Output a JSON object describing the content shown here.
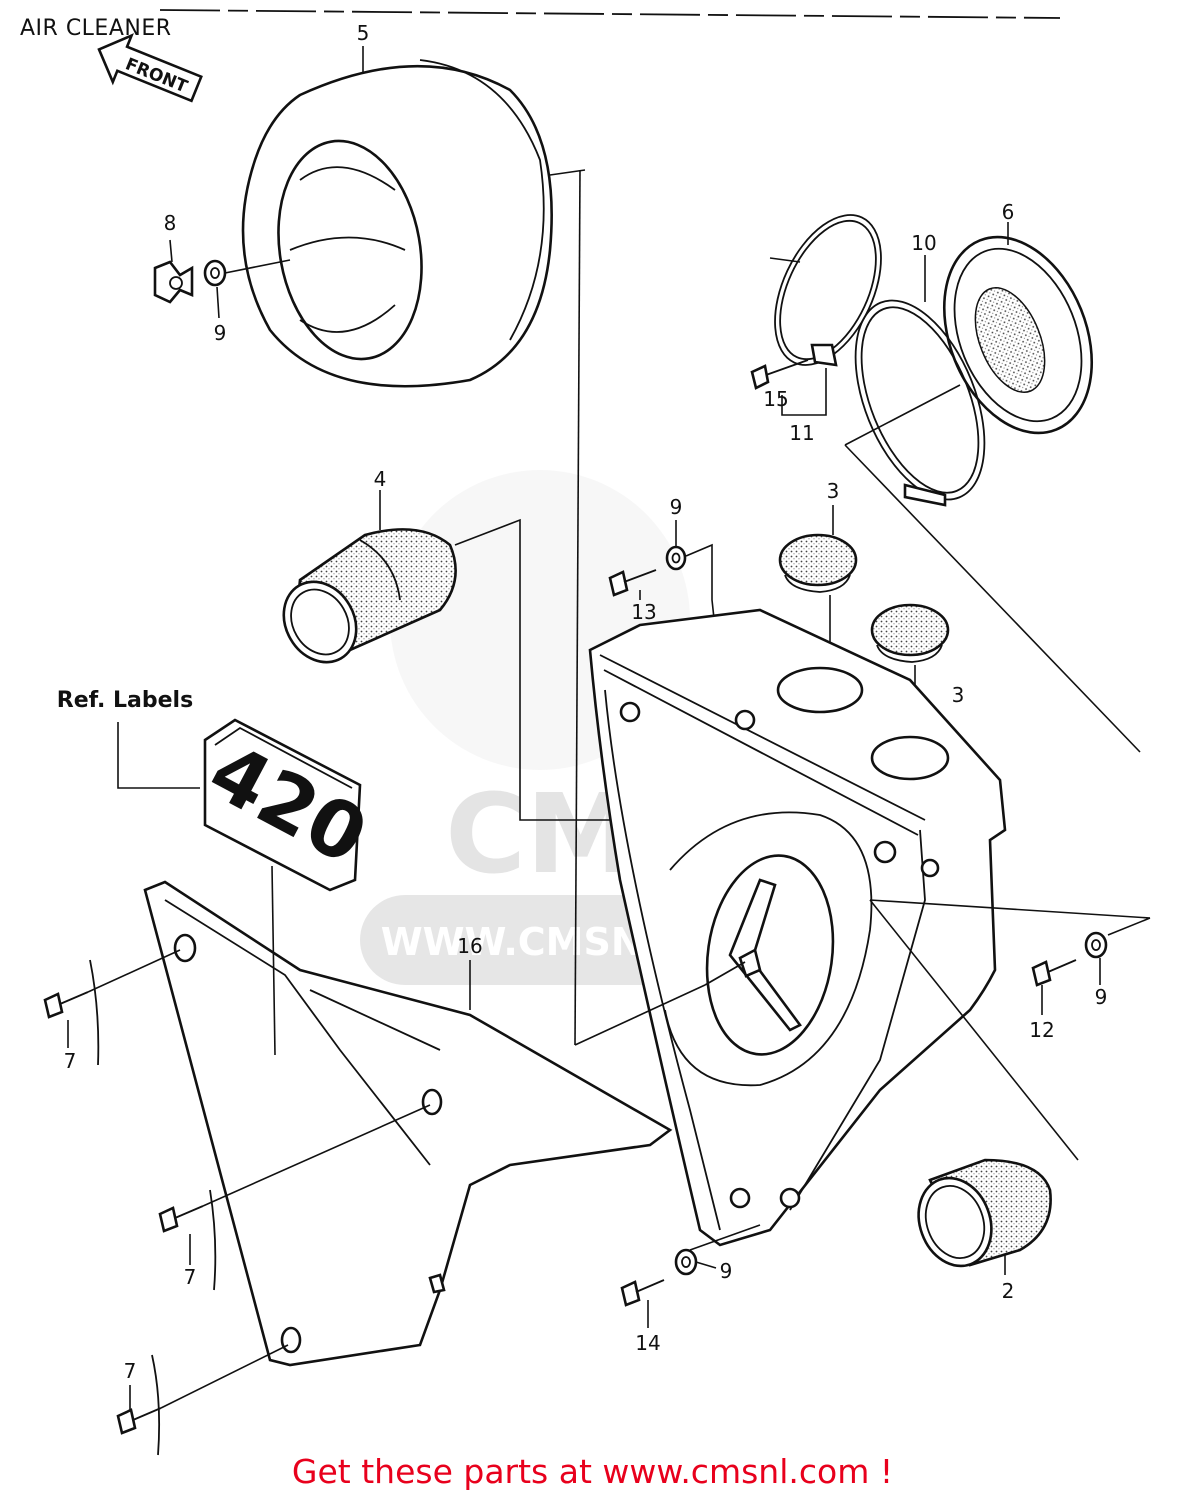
{
  "title": "AIR CLEANER",
  "footer_text": "Get these parts at www.cmsnl.com !",
  "watermark": {
    "logo_letters": "CMS",
    "url": "WWW.CMSNL.COM"
  },
  "front_arrow_label": "FRONT",
  "ref_labels": {
    "heading": "Ref. Labels",
    "decal_text": "420"
  },
  "callouts": {
    "c5": "5",
    "c8": "8",
    "c9a": "9",
    "c6": "6",
    "c10": "10",
    "c15": "15",
    "c11": "11",
    "c4": "4",
    "c9b": "9",
    "c13": "13",
    "c3a": "3",
    "c3b": "3",
    "c16": "16",
    "c7a": "7",
    "c12": "12",
    "c9c": "9",
    "c7b": "7",
    "c9d": "9",
    "c14": "14",
    "c2": "2",
    "c7c": "7"
  }
}
